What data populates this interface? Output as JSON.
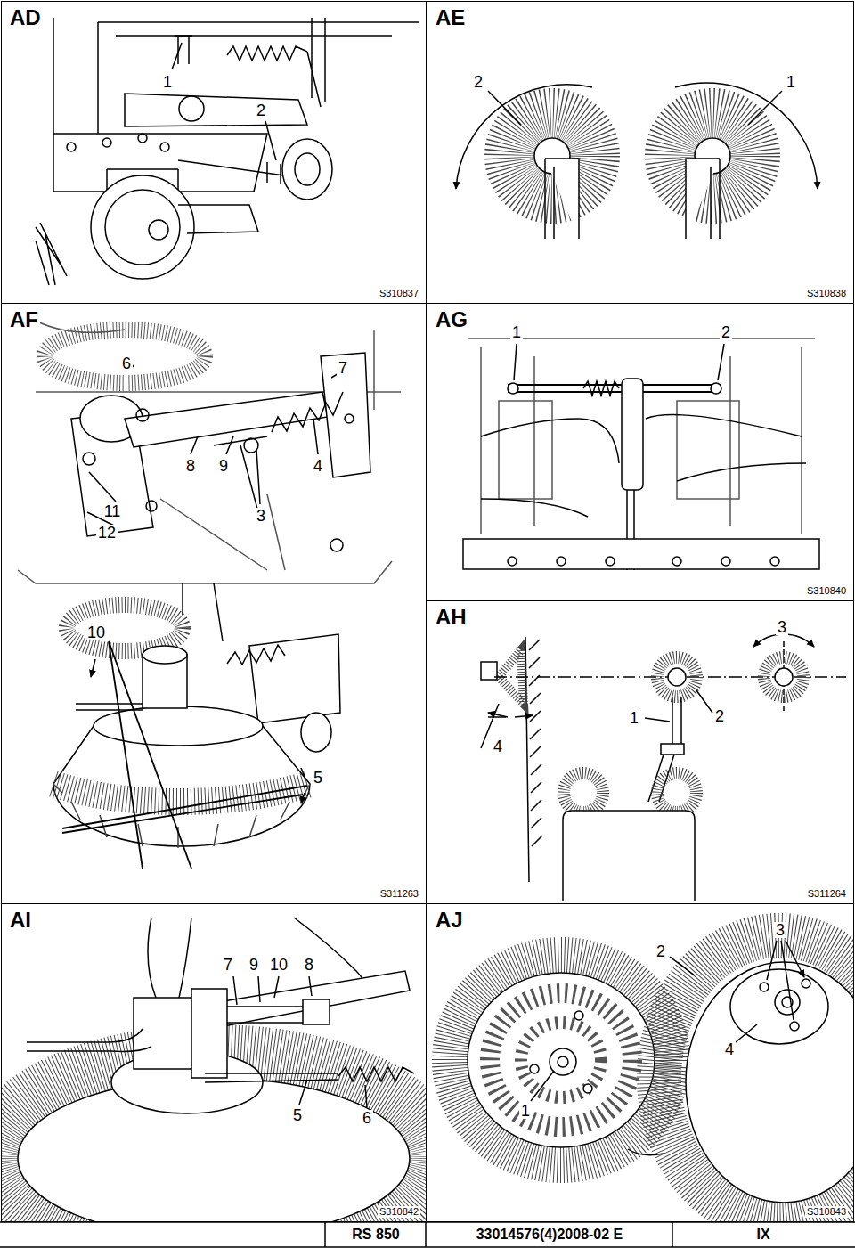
{
  "diagram": {
    "nodes": [
      {
        "text": [
          "AD",
          "S310837"
        ]
      },
      {
        "text": [
          "AE",
          "S310838"
        ]
      },
      {
        "text": [
          "AF",
          "S311263"
        ]
      },
      {
        "text": [
          "AG",
          "S310840"
        ]
      },
      {
        "text": [
          "AH",
          "S311264"
        ]
      },
      {
        "text": [
          "AI",
          "S310842"
        ]
      },
      {
        "text": [
          "AJ",
          "S310843"
        ]
      }
    ],
    "labels": [
      "1",
      "2",
      "2",
      "1",
      "6",
      "7",
      "8",
      "9",
      "4",
      "11",
      "3",
      "12",
      "10",
      "5",
      "1",
      "2",
      "3",
      "1",
      "2",
      "4",
      "7",
      "9",
      "10",
      "8",
      "5",
      "6",
      "3",
      "2",
      "4",
      "1",
      "RS 850",
      "33014576(4)2008-02 E",
      "IX"
    ]
  }
}
